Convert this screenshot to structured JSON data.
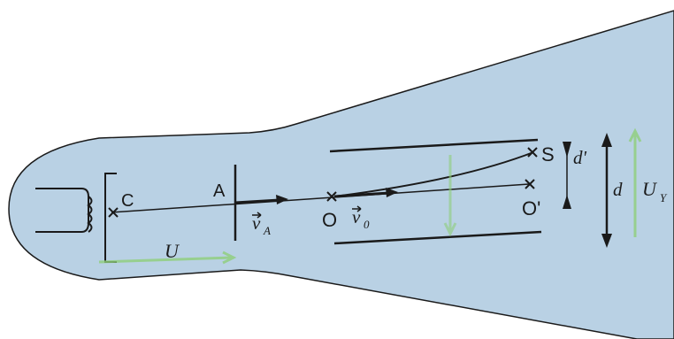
{
  "diagram": {
    "labels": {
      "cathode": "C",
      "anode": "A",
      "entry_point": "O",
      "screen_center": "O'",
      "impact_point": "S",
      "accel_voltage": "U",
      "vel_anode": "v",
      "vel_anode_sub": "A",
      "vel_entry": "v",
      "vel_entry_sub": "0",
      "deflection_small": "d'",
      "deflection_total": "d",
      "deflect_voltage": "U",
      "deflect_voltage_sub": "Y"
    },
    "colors": {
      "tube_fill": "#b9d1e4",
      "ink": "#1a1a1a",
      "field_arrow": "#8fcf7a"
    }
  }
}
